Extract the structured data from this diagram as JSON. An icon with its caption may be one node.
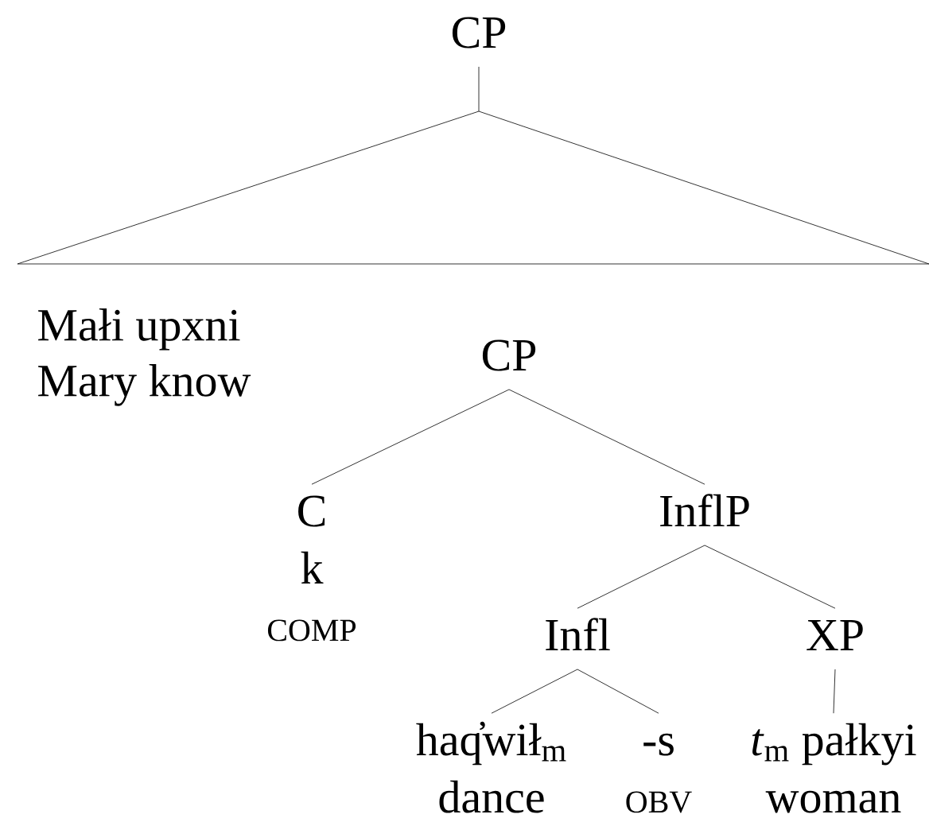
{
  "diagram": {
    "nodes": [
      {
        "text": [
          "CP"
        ]
      },
      {
        "text": [],
        "shape": "triangle",
        "beside": [
          "Małi upxni Mary know"
        ]
      },
      {
        "text": [
          "CP"
        ]
      },
      {
        "text": [
          "C",
          "k",
          "COMP"
        ]
      },
      {
        "text": [
          "InflP"
        ]
      },
      {
        "text": [
          "Infl"
        ]
      },
      {
        "text": [
          "XP"
        ]
      },
      {
        "text": [
          "haq̓wił$_{m}$",
          "dance"
        ]
      },
      {
        "text": [
          "-s",
          "OBV"
        ]
      },
      {
        "text": [
          "*t*$_{m}$ pałkyi",
          "woman"
        ]
      }
    ],
    "edges": [
      {
        "from": 0,
        "to": 1,
        "arrow": "none"
      },
      {
        "from": 2,
        "to": 3,
        "arrow": "none"
      },
      {
        "from": 2,
        "to": 4,
        "arrow": "none"
      },
      {
        "from": 4,
        "to": 5,
        "arrow": "none"
      },
      {
        "from": 4,
        "to": 6,
        "arrow": "none"
      },
      {
        "from": 5,
        "to": 7,
        "arrow": "none"
      },
      {
        "from": 5,
        "to": 8,
        "arrow": "none"
      },
      {
        "from": 6,
        "to": 9,
        "arrow": "none"
      }
    ]
  }
}
